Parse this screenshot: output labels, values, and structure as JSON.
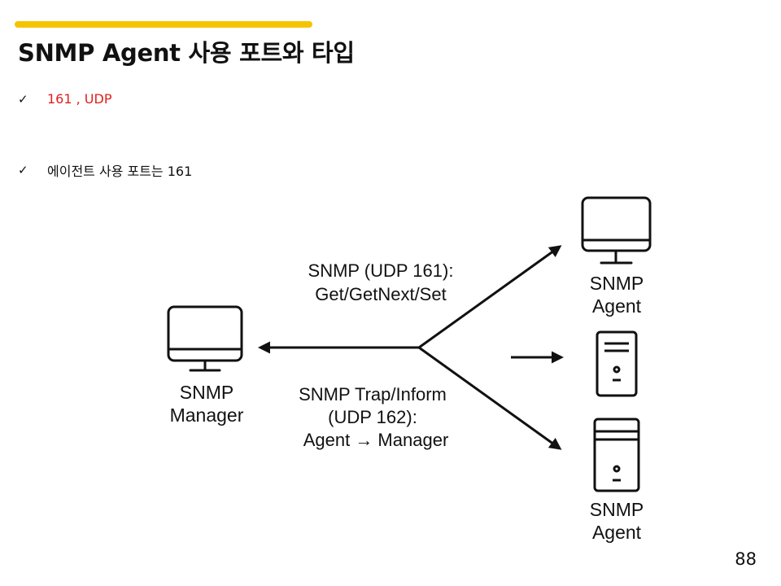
{
  "slide": {
    "title": "SNMP Agent 사용 포트와 타입",
    "bullets": [
      {
        "check": "✓",
        "text": "161 , UDP",
        "color": "#e0201c"
      },
      {
        "check": "✓",
        "text": "에이전트 사용 포트는 161",
        "color": "#111111"
      }
    ],
    "page_number": "88",
    "accent_color": "#f5c400"
  },
  "diagram": {
    "manager_label_1": "SNMP",
    "manager_label_2": "Manager",
    "agent_top_label_1": "SNMP",
    "agent_top_label_2": "Agent",
    "agent_bottom_label_1": "SNMP",
    "agent_bottom_label_2": "Agent",
    "request_label_1": "SNMP (UDP 161):",
    "request_label_2": "Get/GetNext/Set",
    "trap_label_1": "SNMP Trap/Inform",
    "trap_label_2": "(UDP 162):",
    "trap_label_3": "Agent → Manager",
    "icons": [
      "monitor-icon",
      "monitor-icon",
      "server-tower-icon",
      "server-tower-icon"
    ]
  }
}
